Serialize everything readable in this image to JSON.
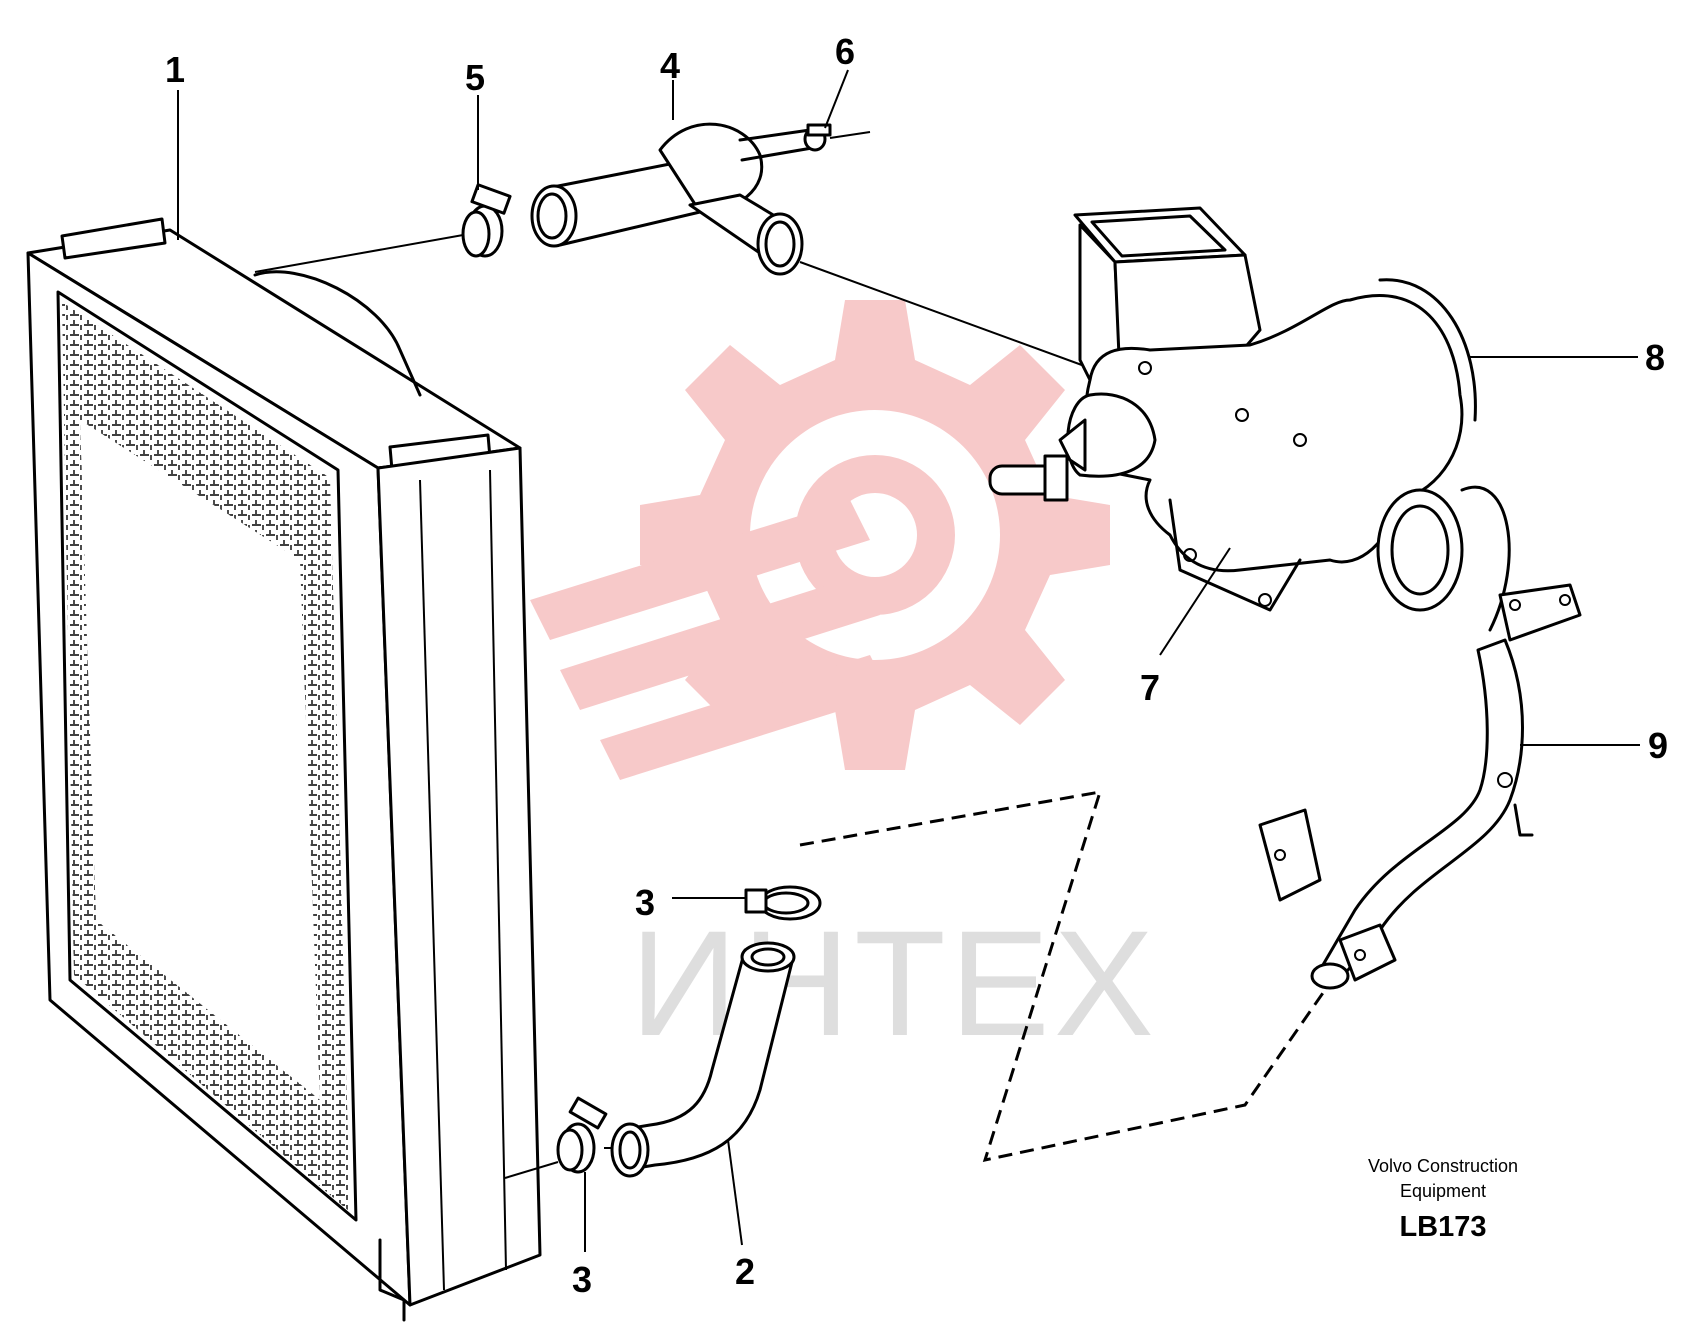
{
  "callouts": [
    {
      "id": "1",
      "label": "1"
    },
    {
      "id": "2",
      "label": "2"
    },
    {
      "id": "3a",
      "label": "3"
    },
    {
      "id": "3b",
      "label": "3"
    },
    {
      "id": "4",
      "label": "4"
    },
    {
      "id": "5",
      "label": "5"
    },
    {
      "id": "6",
      "label": "6"
    },
    {
      "id": "7",
      "label": "7"
    },
    {
      "id": "8",
      "label": "8"
    },
    {
      "id": "9",
      "label": "9"
    }
  ],
  "credit": {
    "line1": "Volvo Construction",
    "line2": "Equipment",
    "code": "LB173"
  },
  "watermark": {
    "text": "ИНТЕХ",
    "gear_color": "#f7c9c9",
    "text_color": "#dedede"
  }
}
